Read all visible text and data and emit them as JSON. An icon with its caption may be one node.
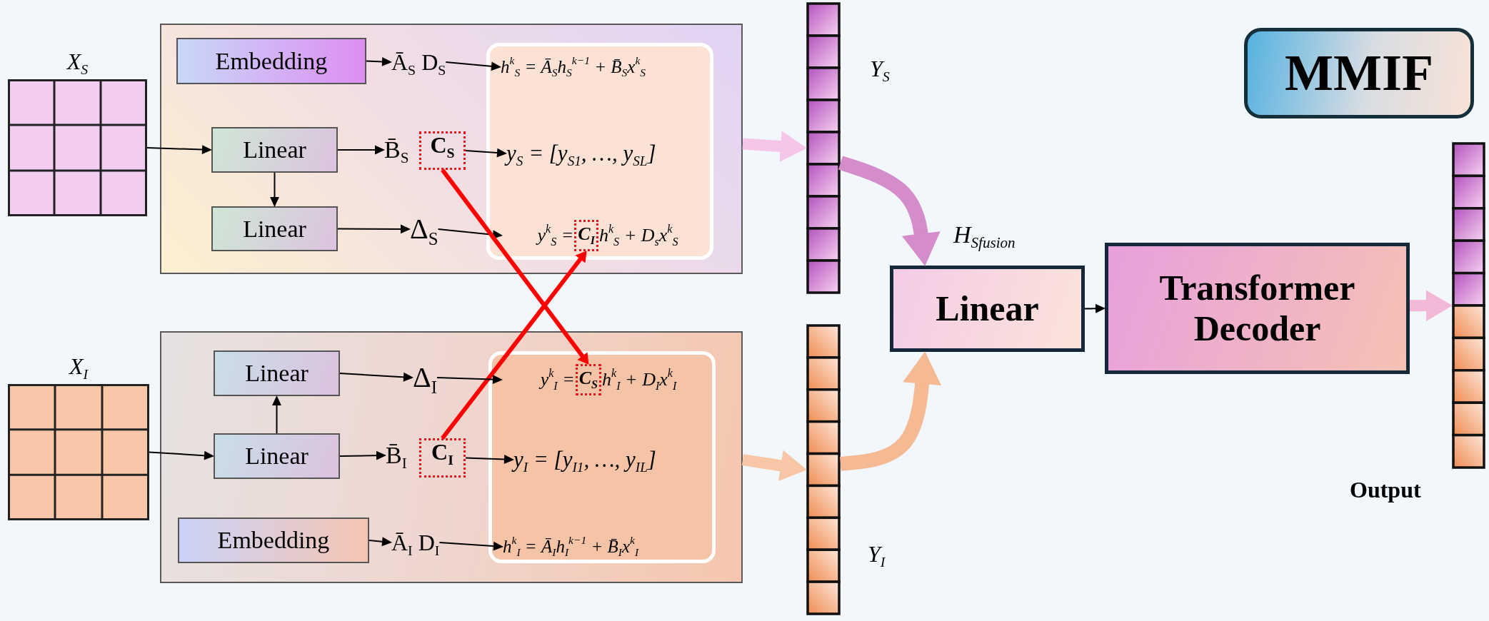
{
  "diagram": {
    "nodes": [
      {
        "text": [
          "X$_{S}$"
        ]
      },
      {
        "text": [],
        "shape": "box"
      },
      {
        "text": [
          "Embedding"
        ],
        "in": 1
      },
      {
        "text": [
          "Ā$_{S}$ D$_{S}$"
        ],
        "in": 1
      },
      {
        "text": [
          "Linear"
        ],
        "in": 1
      },
      {
        "text": [
          "Linear"
        ],
        "in": 1
      },
      {
        "text": [
          "B̄$_{S}$"
        ],
        "in": 1
      },
      {
        "text": [
          "C$_{S}$"
        ],
        "in": 1
      },
      {
        "text": [
          "Δ$_{S}$"
        ],
        "in": 1
      },
      {
        "text": [],
        "shape": "box",
        "in": 1
      },
      {
        "text": [
          "h$^{k}$$_{S}$ = Ā$_{S}$h$_{S}$$^{k−1}$ + B̄$_{S}$x$^{k}$$_{S}$"
        ],
        "in": 9
      },
      {
        "text": [
          "y$_{S}$ = [y$_{S1}$, …, y$_{SL}$]"
        ],
        "in": 9
      },
      {
        "text": [
          "y$^{k}$$_{S}$ =",
          "h$^{k}$$_{S}$ + D$_{s}$x$^{k}$$_{S}$"
        ],
        "in": 9
      },
      {
        "text": [
          "C$_{I}$"
        ],
        "in": 12
      },
      {
        "text": [],
        "shape": "bar",
        "beside": [
          "Y$_{S}$"
        ]
      },
      {
        "text": [
          "X$_{I}$"
        ]
      },
      {
        "text": [],
        "shape": "box"
      },
      {
        "text": [
          "Linear"
        ],
        "in": 16
      },
      {
        "text": [
          "Δ$_{I}$"
        ],
        "in": 16
      },
      {
        "text": [
          "Linear"
        ],
        "in": 16
      },
      {
        "text": [
          "B̄$_{I}$"
        ],
        "in": 16
      },
      {
        "text": [
          "C$_{I}$"
        ],
        "in": 16
      },
      {
        "text": [],
        "shape": "box",
        "in": 16
      },
      {
        "text": [
          "y$^{k}$$_{I}$ =",
          "h$^{k}$$_{I}$ + D$_{I}$x$^{k}$$_{I}$"
        ],
        "in": 22
      },
      {
        "text": [
          "C$_{S}$"
        ],
        "in": 23
      },
      {
        "text": [
          "y$_{I}$ = [y$_{I1}$, …, y$_{IL}$]"
        ],
        "in": 22
      },
      {
        "text": [
          "h$^{k}$$_{I}$ = Ā$_{I}$h$_{I}$$^{k−1}$ + B̄$_{I}$x$^{k}$$_{I}$"
        ],
        "in": 22
      },
      {
        "text": [
          "Embedding"
        ],
        "in": 16
      },
      {
        "text": [
          "Ā$_{I}$ D$_{I}$"
        ],
        "in": 16
      },
      {
        "text": [],
        "shape": "bar",
        "beside": [
          "Y$_{I}$"
        ]
      },
      {
        "text": [
          "MMIF"
        ]
      },
      {
        "text": [
          "Linear"
        ],
        "beside": [
          "H$_{Sfusion}$"
        ]
      },
      {
        "text": [
          "Transformer Decoder"
        ]
      },
      {
        "text": [],
        "shape": "bar",
        "beside": [
          "Output"
        ]
      }
    ],
    "edges": [
      {
        "from": 0,
        "to": 4,
        "arrow": "to"
      },
      {
        "from": 2,
        "to": 3,
        "arrow": "to"
      },
      {
        "from": 3,
        "to": 10,
        "arrow": "to"
      },
      {
        "from": 4,
        "to": 5,
        "arrow": "to"
      },
      {
        "from": 4,
        "to": 6,
        "arrow": "to"
      },
      {
        "from": 7,
        "to": 11,
        "arrow": "to"
      },
      {
        "from": 5,
        "to": 8,
        "arrow": "to"
      },
      {
        "from": 8,
        "to": 12,
        "arrow": "to"
      },
      {
        "from": 7,
        "to": 24,
        "arrow": "to",
        "style": "thick",
        "color": "#ff0000"
      },
      {
        "from": 21,
        "to": 13,
        "arrow": "to",
        "style": "thick",
        "color": "#ff0000"
      },
      {
        "from": 1,
        "to": 14,
        "arrow": "to",
        "style": "thick",
        "color": "#f5c6e8"
      },
      {
        "from": 15,
        "to": 19,
        "arrow": "to"
      },
      {
        "from": 19,
        "to": 17,
        "arrow": "to"
      },
      {
        "from": 17,
        "to": 18,
        "arrow": "to"
      },
      {
        "from": 18,
        "to": 23,
        "arrow": "to"
      },
      {
        "from": 19,
        "to": 20,
        "arrow": "to"
      },
      {
        "from": 21,
        "to": 25,
        "arrow": "to"
      },
      {
        "from": 27,
        "to": 28,
        "arrow": "to"
      },
      {
        "from": 28,
        "to": 26,
        "arrow": "to"
      },
      {
        "from": 16,
        "to": 29,
        "arrow": "to",
        "style": "thick",
        "color": "#f7c6a6"
      },
      {
        "from": 14,
        "to": 31,
        "arrow": "to",
        "style": "thick",
        "color": "#d58ccb"
      },
      {
        "from": 29,
        "to": 31,
        "arrow": "to",
        "style": "thick",
        "color": "#f5b994"
      },
      {
        "from": 31,
        "to": 32,
        "arrow": "to"
      },
      {
        "from": 32,
        "to": 33,
        "arrow": "to",
        "style": "thick",
        "color": "#f2b8d8"
      }
    ]
  }
}
